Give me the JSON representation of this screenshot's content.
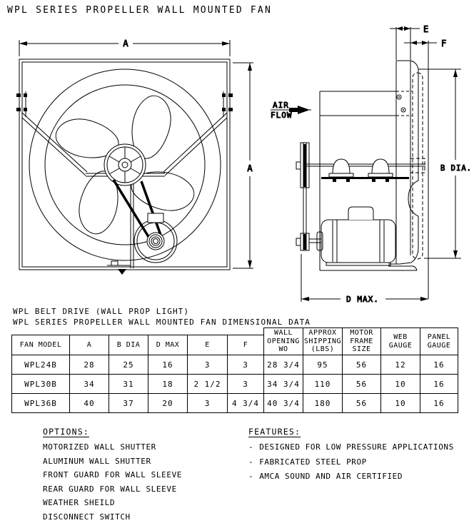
{
  "title": "WPL SERIES PROPELLER WALL MOUNTED FAN",
  "drawings": {
    "front": {
      "dim_a_top": "A",
      "dim_a_side": "A"
    },
    "side": {
      "dim_e": "E",
      "dim_f": "F",
      "dim_b_dia": "B DIA.",
      "dim_d_max": "D MAX.",
      "air_line1": "AIR",
      "air_line2": "FLOW"
    }
  },
  "subtitles": {
    "line1": "WPL BELT DRIVE (WALL PROP LIGHT)",
    "line2": "WPL SERIES PROPELLER WALL MOUNTED FAN DIMENSIONAL DATA"
  },
  "table": {
    "headers": [
      "FAN MODEL",
      "A",
      "B DIA",
      "D MAX",
      "E",
      "F",
      "WALL\nOPENING\nWO",
      "APPROX\nSHIPPING\n(LBS)",
      "MOTOR\nFRAME\nSIZE",
      "WEB\nGAUGE",
      "PANEL\nGAUGE"
    ],
    "rows": [
      [
        "WPL24B",
        "28",
        "25",
        "16",
        "3",
        "3",
        "28 3/4",
        "95",
        "56",
        "12",
        "16"
      ],
      [
        "WPL30B",
        "34",
        "31",
        "18",
        "2 1/2",
        "3",
        "34 3/4",
        "110",
        "56",
        "10",
        "16"
      ],
      [
        "WPL36B",
        "40",
        "37",
        "20",
        "3",
        "4 3/4",
        "40 3/4",
        "180",
        "56",
        "10",
        "16"
      ]
    ]
  },
  "options": {
    "heading": "OPTIONS:",
    "items": [
      "MOTORIZED WALL SHUTTER",
      "ALUMINUM WALL SHUTTER",
      "FRONT GUARD FOR WALL SLEEVE",
      "REAR GUARD FOR WALL SLEEVE",
      "WEATHER SHEILD",
      "DISCONNECT SWITCH"
    ]
  },
  "features": {
    "heading": "FEATURES:",
    "bullet": "-",
    "items": [
      "DESIGNED FOR LOW PRESSURE APPLICATIONS",
      "FABRICATED STEEL PROP",
      "AMCA SOUND AND AIR CERTIFIED"
    ]
  },
  "colors": {
    "line": "#000000",
    "background": "#ffffff"
  }
}
